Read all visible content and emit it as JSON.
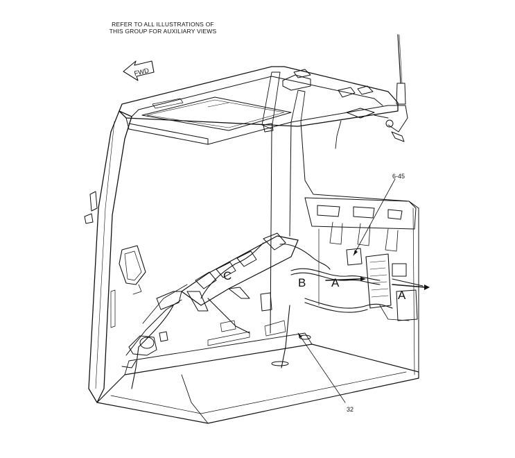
{
  "note": {
    "line1": "REFER TO ALL ILLUSTRATIONS OF",
    "line2": "THIS GROUP FOR AUXILIARY VIEWS"
  },
  "fwd_label": "FWD",
  "callouts": {
    "part_6_45": "6-45",
    "part_32": "32"
  },
  "views": {
    "a_upper": "A",
    "a_lower": "A",
    "b": "B",
    "c": "C"
  }
}
